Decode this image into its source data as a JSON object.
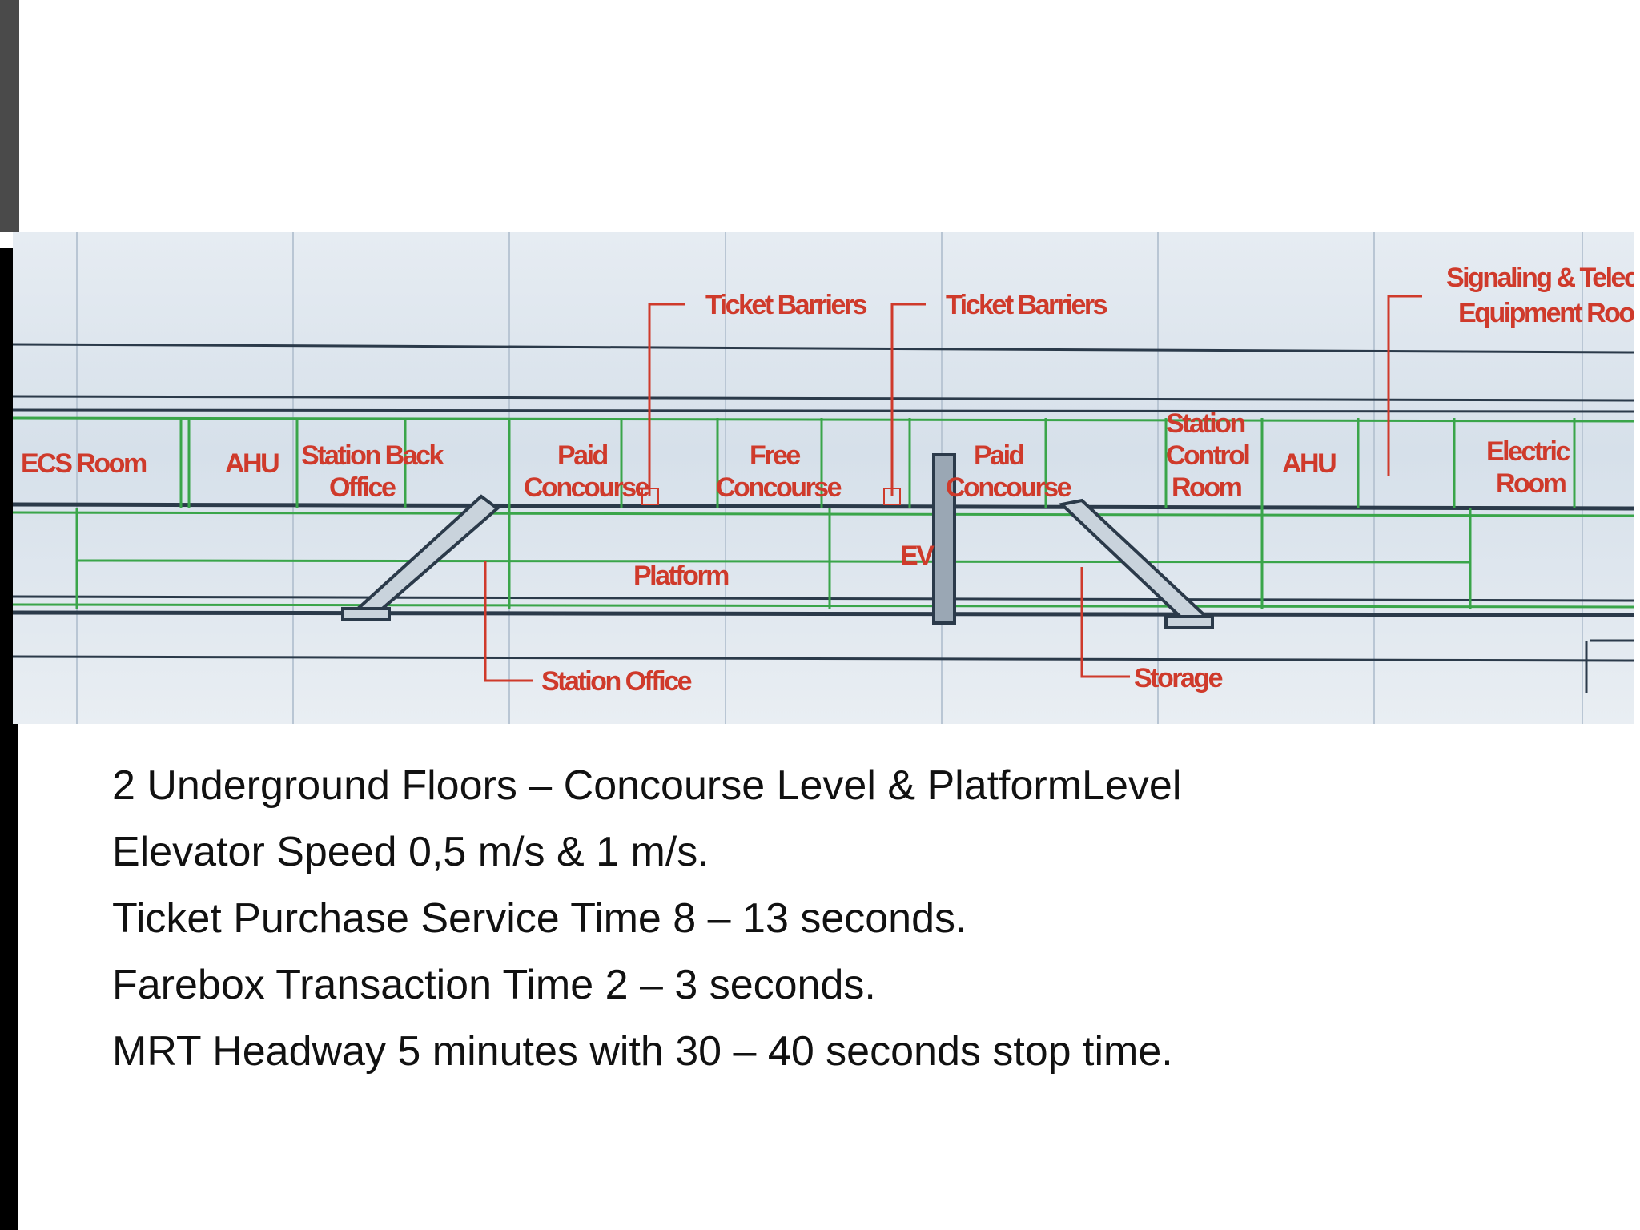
{
  "diagram": {
    "labels": {
      "ticket_barriers_left": "Ticket Barriers",
      "ticket_barriers_right": "Ticket Barriers",
      "signaling_line1": "Signaling & Telecom.",
      "signaling_line2": "Equipment Room",
      "ecs_room": "ECS Room",
      "ahu_left": "AHU",
      "station_back_office_line1": "Station Back",
      "station_back_office_line2": "Office",
      "paid_concourse_left_line1": "Paid",
      "paid_concourse_left_line2": "Concourse",
      "free_concourse_line1": "Free",
      "free_concourse_line2": "Concourse",
      "paid_concourse_right_line1": "Paid",
      "paid_concourse_right_line2": "Concourse",
      "station_control_room_line1": "Station",
      "station_control_room_line2": "Control",
      "station_control_room_line3": "Room",
      "ahu_right": "AHU",
      "electric_room_line1": "Electric",
      "electric_room_line2": "Room",
      "ev": "EV",
      "platform": "Platform",
      "station_office": "Station Office",
      "storage": "Storage"
    },
    "colors": {
      "label": "#cf3a2b",
      "structure_dark": "#2b3a4a",
      "structure_green": "#3aa54a"
    }
  },
  "bullets": [
    "2 Underground Floors  – Concourse Level & PlatformLevel",
    "Elevator Speed 0,5 m/s  & 1 m/s.",
    "Ticket Purchase Service Time 8 – 13 seconds.",
    "Farebox Transaction Time 2 – 3 seconds.",
    "MRT Headway 5 minutes with 30 – 40 seconds stop time."
  ]
}
